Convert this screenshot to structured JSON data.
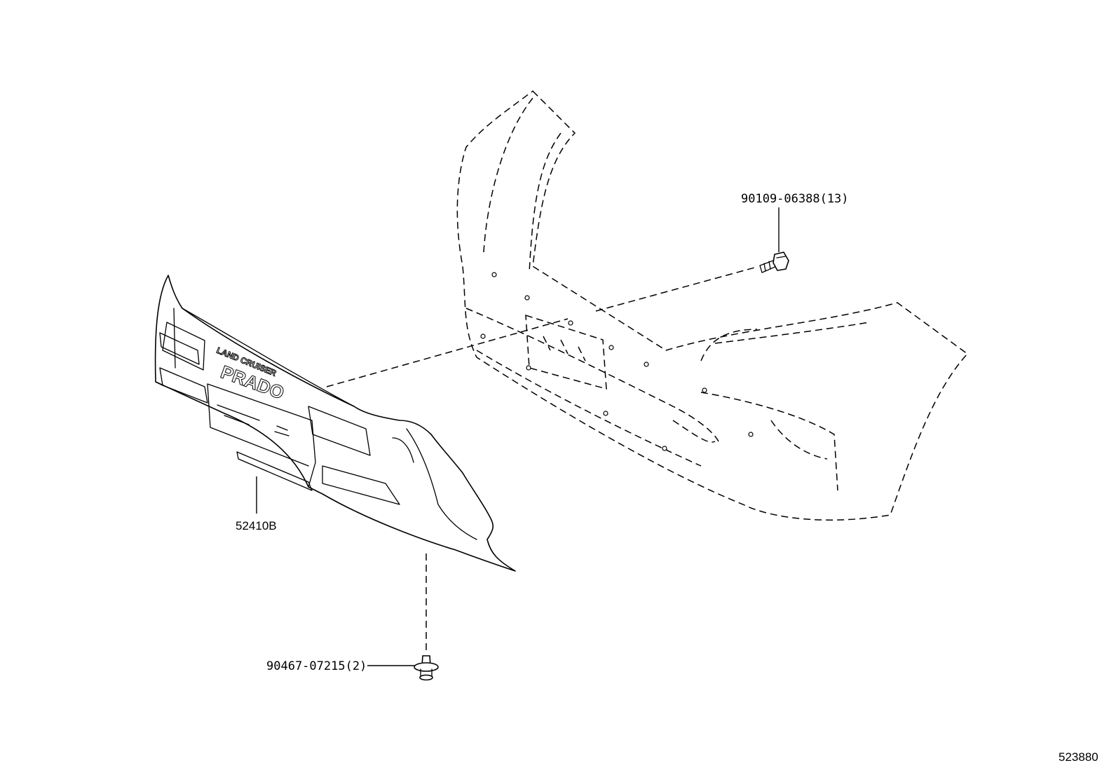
{
  "parts": [
    {
      "id": "52410B",
      "label": "52410B",
      "name": "front bumper extension"
    },
    {
      "id": "90109-06388",
      "label": "90109-06388(13)",
      "name": "bolt"
    },
    {
      "id": "90467-07215",
      "label": "90467-07215(2)",
      "name": "clip"
    }
  ],
  "emblem": {
    "line1": "LAND CRUISER",
    "line2": "PRADO"
  },
  "drawing_number": "523880"
}
